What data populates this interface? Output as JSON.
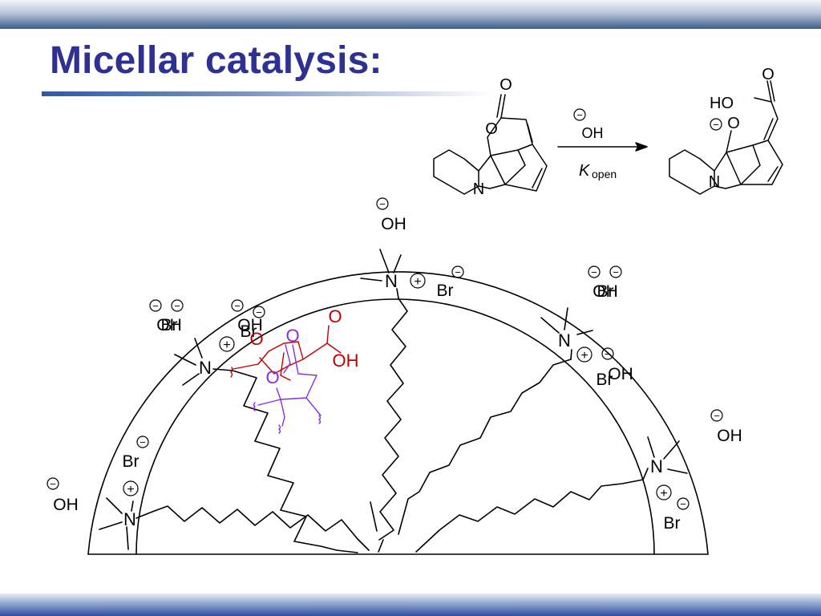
{
  "slide": {
    "title": "Micellar catalysis:"
  },
  "colors": {
    "title": "#2e3192",
    "structure": "#000000",
    "substrate_red": "#c00000",
    "substrate_purple": "#8a2be2"
  },
  "reaction": {
    "reactant": {
      "carbonyl_o": "O",
      "ring_o": "O",
      "n": "N"
    },
    "reagent": {
      "charge": "−",
      "label": "OH"
    },
    "rate": {
      "symbol": "K",
      "subscript": "open"
    },
    "product": {
      "carbonyl_o": "O",
      "acid": "HO",
      "alkoxide_charge": "−",
      "alkoxide_o": "O",
      "n": "N"
    }
  },
  "micelle": {
    "heads": [
      {
        "n": "N",
        "plus": "+"
      },
      {
        "n": "N",
        "plus": "+"
      },
      {
        "n": "N",
        "plus": "+"
      },
      {
        "n": "N",
        "plus": "+"
      },
      {
        "n": "N",
        "plus": "+"
      }
    ],
    "ions": [
      {
        "charge": "−",
        "label": "OH"
      },
      {
        "charge": "−",
        "label": "Br"
      },
      {
        "charge": "−",
        "label": "Br"
      },
      {
        "charge": "−",
        "label": "OH"
      },
      {
        "charge": "−",
        "label": "Br"
      },
      {
        "charge": "−",
        "label": "OH"
      },
      {
        "charge": "−",
        "label": "OH"
      },
      {
        "charge": "−",
        "label": "Br"
      },
      {
        "charge": "−",
        "label": "Br"
      },
      {
        "charge": "−",
        "label": "OH"
      },
      {
        "charge": "−",
        "label": "OH"
      },
      {
        "charge": "−",
        "label": "Br"
      },
      {
        "charge": "−",
        "label": "Br"
      },
      {
        "charge": "−",
        "label": "OH"
      }
    ],
    "substrate": {
      "red": {
        "o1": "O",
        "o2": "O",
        "oh": "OH"
      },
      "purple": {
        "o1": "O",
        "o2": "O"
      }
    }
  }
}
